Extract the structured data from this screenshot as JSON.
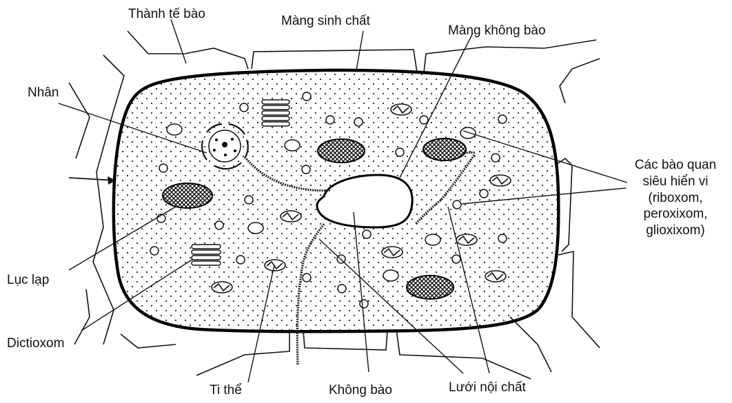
{
  "labels": {
    "cell_wall": "Thành tế bào",
    "plasma_membrane": "Màng sinh chất",
    "vacuole_membrane": "Màng không bào",
    "nucleus": "Nhân",
    "microbodies_line1": "Các bào quan",
    "microbodies_line2": "siêu hiển vi",
    "microbodies_line3": "(riboxom,",
    "microbodies_line4": "peroxixom,",
    "microbodies_line5": "glioxixom)",
    "chloroplast": "Lục lạp",
    "dictyosome": "Dictioxom",
    "mitochondrion": "Ti thể",
    "vacuole": "Không bào",
    "er": "Lưới nội chất"
  }
}
